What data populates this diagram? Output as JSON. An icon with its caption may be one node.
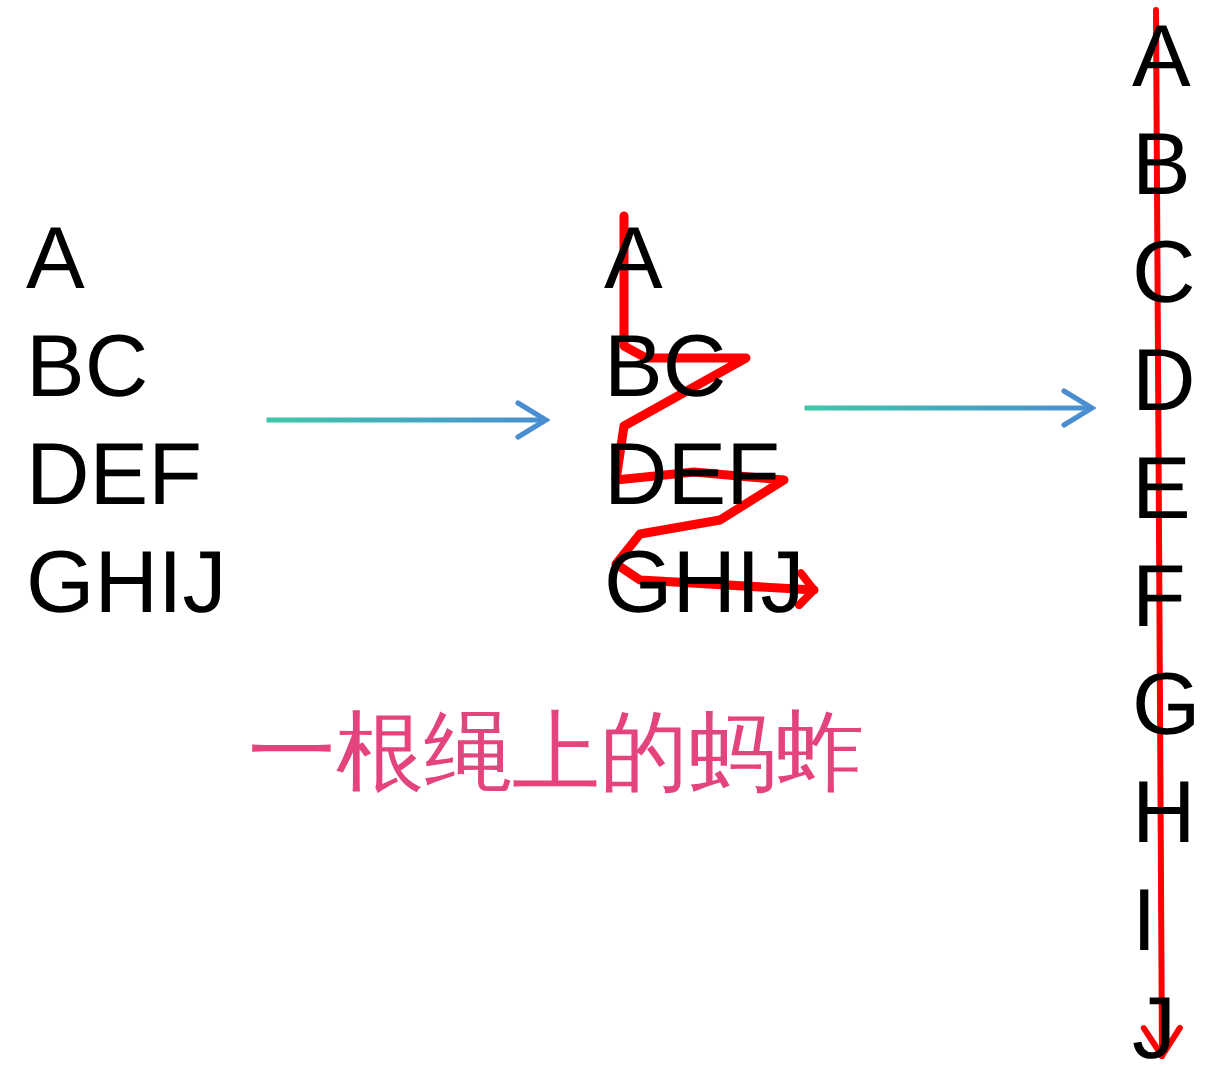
{
  "diagram": {
    "caption": "一根绳上的蚂蚱",
    "nodes": [
      {
        "text": [
          "A",
          "BC",
          "DEF",
          "GHIJ"
        ]
      },
      {
        "text": [
          "A",
          "BC",
          "DEF",
          "GHIJ"
        ]
      },
      {
        "text": [
          "A",
          "B",
          "C",
          "D",
          "E",
          "F",
          "G",
          "H",
          "I",
          "J"
        ]
      }
    ],
    "edges": [
      {
        "from": 0,
        "to": 1,
        "arrow": "to"
      },
      {
        "from": 1,
        "to": 2,
        "arrow": "to"
      }
    ]
  }
}
